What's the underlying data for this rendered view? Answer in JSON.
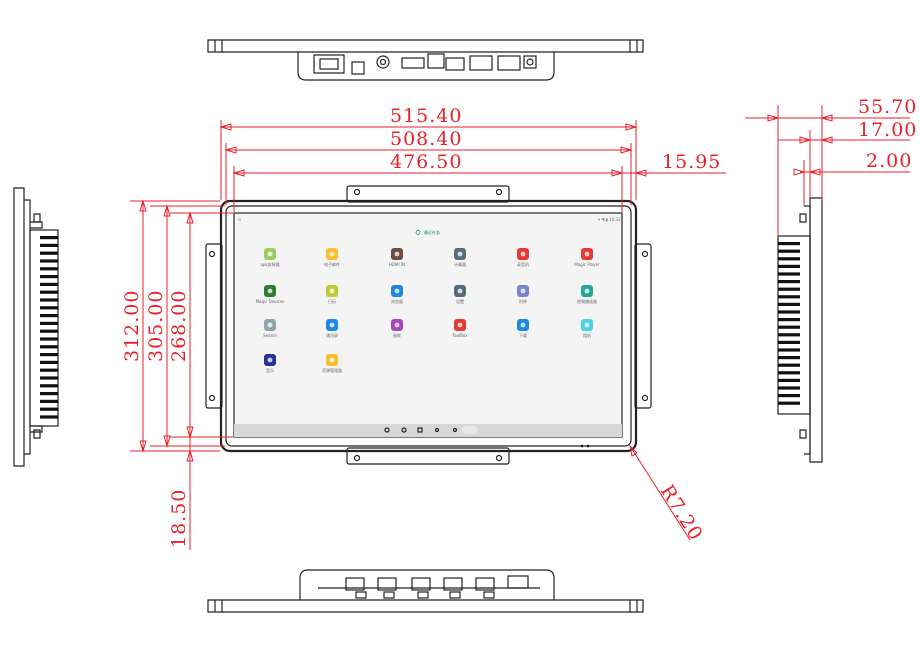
{
  "dimensions": {
    "width_outer": "515.40",
    "width_frame": "508.40",
    "width_screen": "476.50",
    "offset_edge": "15.95",
    "height_outer": "312.00",
    "height_frame": "305.00",
    "height_screen": "268.00",
    "bottom_offset": "18.50",
    "corner_radius": "R7.20",
    "depth_total": "55.70",
    "depth_frame": "17.00",
    "depth_lip": "2.00"
  },
  "screen": {
    "status_text": "最近任务",
    "apps": [
      {
        "label": "apk安装器",
        "icon": "android-icon",
        "color": "#9ccc65"
      },
      {
        "label": "电子邮件",
        "icon": "mail-icon",
        "color": "#fbc02d"
      },
      {
        "label": "HDMI IN",
        "icon": "hdmi-in-icon",
        "color": "#6d4c41"
      },
      {
        "label": "计算器",
        "icon": "calculator-icon",
        "color": "#546e7a"
      },
      {
        "label": "录音机",
        "icon": "microphone-icon",
        "color": "#e53935"
      },
      {
        "label": "Magic Player",
        "icon": "player-icon",
        "color": "#e53935"
      },
      {
        "label": "Magic Devices",
        "icon": "devices-icon",
        "color": "#2e7d32"
      },
      {
        "label": "日历",
        "icon": "calendar-icon",
        "color": "#c0ca33"
      },
      {
        "label": "浏览器",
        "icon": "browser-icon",
        "color": "#1e88e5"
      },
      {
        "label": "设置",
        "icon": "settings-icon",
        "color": "#546e7a"
      },
      {
        "label": "时钟",
        "icon": "clock-icon",
        "color": "#7986cb"
      },
      {
        "label": "视频播放器",
        "icon": "video-icon",
        "color": "#26a69a"
      },
      {
        "label": "Search",
        "icon": "search-icon",
        "color": "#90a4ae"
      },
      {
        "label": "通讯录",
        "icon": "contacts-icon",
        "color": "#1e88e5"
      },
      {
        "label": "图库",
        "icon": "gallery-icon",
        "color": "#ab47bc"
      },
      {
        "label": "ToolBox",
        "icon": "toolbox-icon",
        "color": "#e53935"
      },
      {
        "label": "下载",
        "icon": "download-icon",
        "color": "#1e88e5"
      },
      {
        "label": "相机",
        "icon": "camera-icon",
        "color": "#4dd0e1"
      },
      {
        "label": "音乐",
        "icon": "music-icon",
        "color": "#283593"
      },
      {
        "label": "资源管理器",
        "icon": "files-icon",
        "color": "#fbc02d"
      }
    ]
  }
}
